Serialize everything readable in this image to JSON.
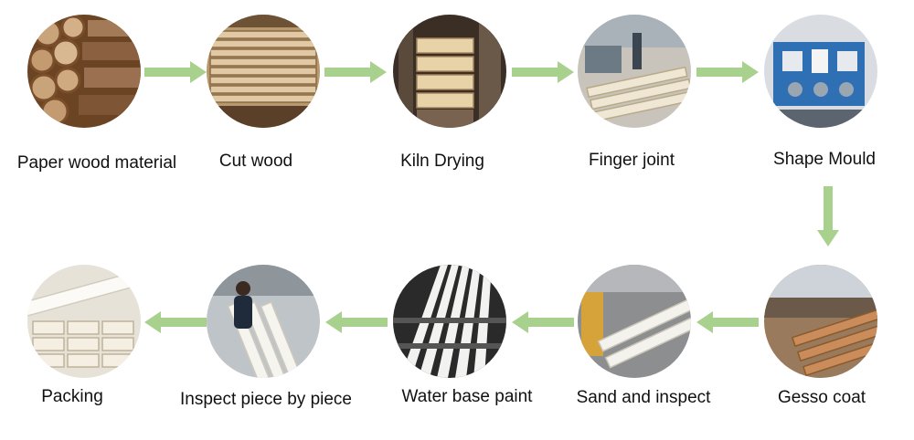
{
  "steps": [
    {
      "label": "Paper wood material",
      "icon": "log-pile-icon"
    },
    {
      "label": "Cut wood",
      "icon": "lumber-stack-icon"
    },
    {
      "label": "Kiln Drying",
      "icon": "kiln-icon"
    },
    {
      "label": "Finger joint",
      "icon": "finger-joint-machine-icon"
    },
    {
      "label": "Shape Mould",
      "icon": "moulding-machine-icon"
    },
    {
      "label": "Gesso coat",
      "icon": "gesso-line-icon"
    },
    {
      "label": "Sand and inspect",
      "icon": "sanding-line-icon"
    },
    {
      "label": "Water base paint",
      "icon": "paint-rack-icon"
    },
    {
      "label": "Inspect piece by piece",
      "icon": "inspection-worker-icon"
    },
    {
      "label": "Packing",
      "icon": "packed-mouldings-icon"
    }
  ],
  "colors": {
    "arrow": "#a9d18e",
    "text": "#111111",
    "wood_light": "#e0c9a4",
    "wood_dark": "#8b5a2b",
    "primed": "#f2f0ea",
    "machine_blue": "#2f6fb4"
  }
}
